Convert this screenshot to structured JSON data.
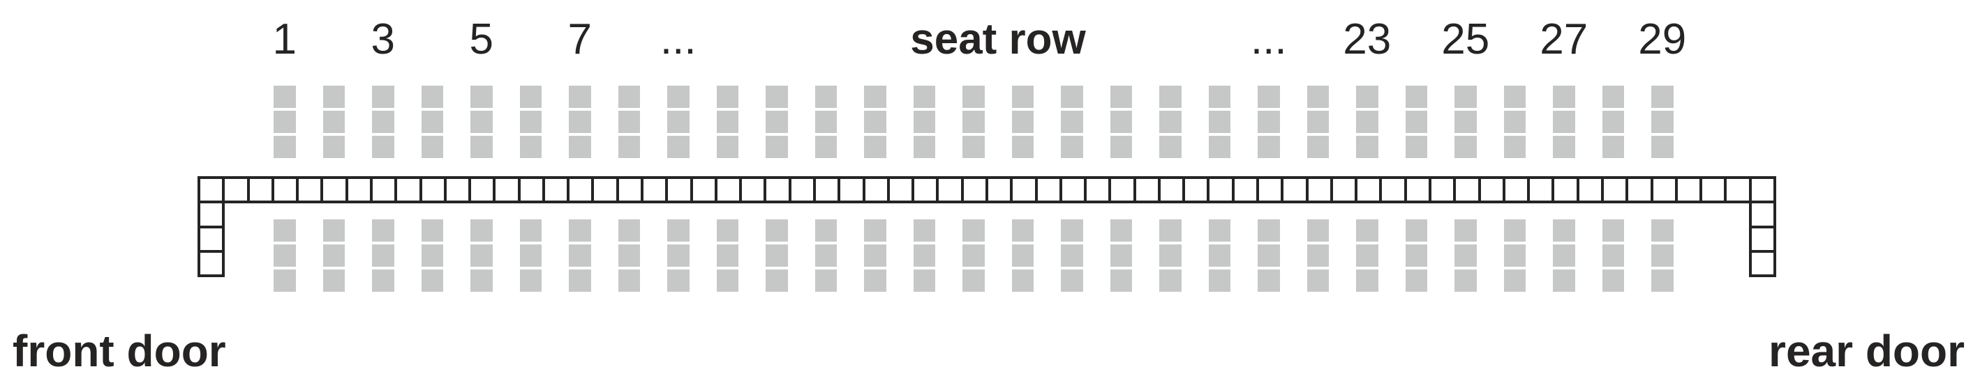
{
  "diagram": {
    "header": {
      "labels": [
        {
          "text": "1",
          "column": 1,
          "bold": false,
          "kind": "row-number"
        },
        {
          "text": "3",
          "column": 3,
          "bold": false,
          "kind": "row-number"
        },
        {
          "text": "5",
          "column": 5,
          "bold": false,
          "kind": "row-number"
        },
        {
          "text": "7",
          "column": 7,
          "bold": false,
          "kind": "row-number"
        },
        {
          "text": "...",
          "column": 9,
          "bold": false,
          "kind": "ellipsis"
        },
        {
          "text": "seat row",
          "column": 15.5,
          "bold": true,
          "kind": "title"
        },
        {
          "text": "...",
          "column": 21,
          "bold": false,
          "kind": "ellipsis"
        },
        {
          "text": "23",
          "column": 23,
          "bold": false,
          "kind": "row-number"
        },
        {
          "text": "25",
          "column": 25,
          "bold": false,
          "kind": "row-number"
        },
        {
          "text": "27",
          "column": 27,
          "bold": false,
          "kind": "row-number"
        },
        {
          "text": "29",
          "column": 29,
          "bold": false,
          "kind": "row-number"
        }
      ]
    },
    "doors": {
      "front_label": "front door",
      "rear_label": "rear door"
    },
    "structure": {
      "seat_columns": 29,
      "labeled_rows": [
        1,
        3,
        5,
        7,
        23,
        25,
        27,
        29
      ],
      "seats_above_aisle_per_column": 3,
      "seats_below_aisle_per_column": 3,
      "aisle_cells": 64,
      "front_door_step_cells": 3,
      "rear_door_step_cells": 3
    },
    "colors": {
      "seat_fill": "#c6c8c7",
      "outline": "#262323",
      "text": "#262323",
      "background": "#ffffff"
    }
  }
}
